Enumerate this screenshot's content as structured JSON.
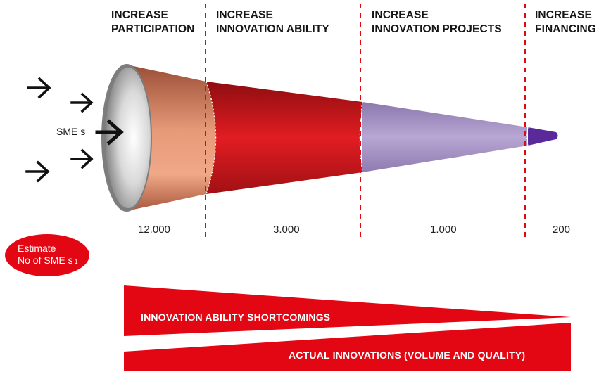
{
  "stages": [
    {
      "line1": "INCREASE",
      "line2": "PARTICIPATION",
      "count": "12.000"
    },
    {
      "line1": "INCREASE",
      "line2": "INNOVATION ABILITY",
      "count": "3.000"
    },
    {
      "line1": "INCREASE",
      "line2": "INNOVATION PROJECTS",
      "count": "1.000"
    },
    {
      "line1": "INCREASE",
      "line2": "FINANCING",
      "count": "200"
    }
  ],
  "input_label": "SME s",
  "estimate": {
    "line1": "Estimate",
    "line2": "No of SME s",
    "footnote": "1"
  },
  "wedges": {
    "top": "INNOVATION ABILITY SHORTCOMINGS",
    "bottom": "ACTUAL INNOVATIONS (VOLUME AND QUALITY)"
  },
  "colors": {
    "participation": "#e0906e",
    "innovation_ability": "#d7191e",
    "innovation_projects": "#a994c6",
    "financing": "#5a2a9a",
    "accent_red": "#e30613"
  },
  "icons": [
    "arrow-right-icon"
  ]
}
